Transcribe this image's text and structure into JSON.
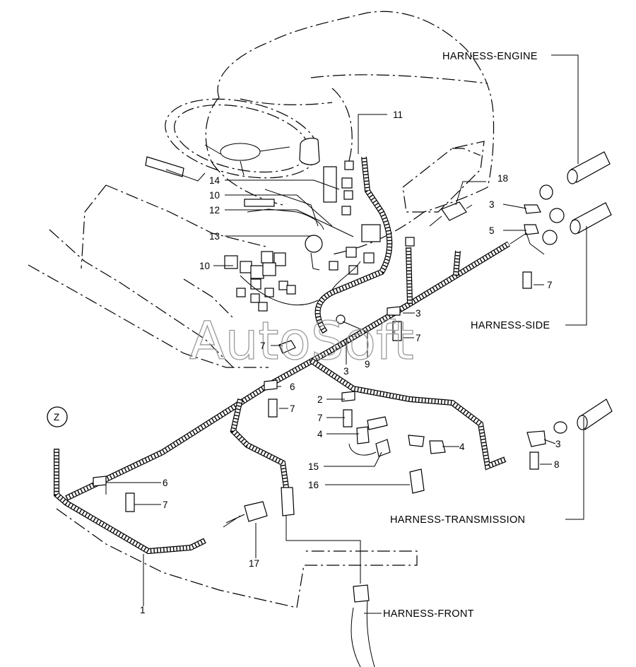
{
  "diagram": {
    "harness_labels": {
      "engine": "HARNESS-ENGINE",
      "side": "HARNESS-SIDE",
      "transmission": "HARNESS-TRANSMISSION",
      "front": "HARNESS-FRONT"
    },
    "view_marker": "Z",
    "watermark": "AutoSoft",
    "callouts": [
      {
        "id": "c11",
        "text": "11"
      },
      {
        "id": "c14",
        "text": "14"
      },
      {
        "id": "c10a",
        "text": "10"
      },
      {
        "id": "c12",
        "text": "12"
      },
      {
        "id": "c13",
        "text": "13"
      },
      {
        "id": "c10b",
        "text": "10"
      },
      {
        "id": "c18",
        "text": "18"
      },
      {
        "id": "c3a",
        "text": "3"
      },
      {
        "id": "c5",
        "text": "5"
      },
      {
        "id": "c7a",
        "text": "7"
      },
      {
        "id": "c3b",
        "text": "3"
      },
      {
        "id": "c7b",
        "text": "7"
      },
      {
        "id": "c7c",
        "text": "7"
      },
      {
        "id": "c3c",
        "text": "3"
      },
      {
        "id": "c9",
        "text": "9"
      },
      {
        "id": "c6a",
        "text": "6"
      },
      {
        "id": "c7d",
        "text": "7"
      },
      {
        "id": "c2",
        "text": "2"
      },
      {
        "id": "c7e",
        "text": "7"
      },
      {
        "id": "c4a",
        "text": "4"
      },
      {
        "id": "c4b",
        "text": "4"
      },
      {
        "id": "c3d",
        "text": "3"
      },
      {
        "id": "c8",
        "text": "8"
      },
      {
        "id": "c15",
        "text": "15"
      },
      {
        "id": "c16",
        "text": "16"
      },
      {
        "id": "c6b",
        "text": "6"
      },
      {
        "id": "c7f",
        "text": "7"
      },
      {
        "id": "c17",
        "text": "17"
      },
      {
        "id": "c1",
        "text": "1"
      }
    ]
  }
}
